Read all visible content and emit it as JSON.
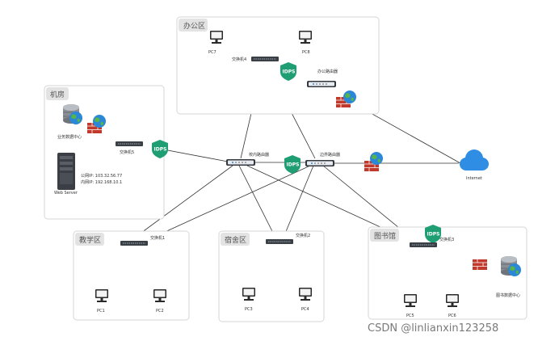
{
  "zones": {
    "office": "办公区",
    "machine_room": "机房",
    "teaching": "教学区",
    "dorm": "宿舍区",
    "library": "图书馆"
  },
  "devices": {
    "pc7": "PC7",
    "pc8": "PC8",
    "switch4": "交换机4",
    "office_router": "办公路由器",
    "data_center": "业务数据中心",
    "switch5": "交换机5",
    "web_server": "Web Server",
    "public_ip": "公网IP:  103.32.56.77",
    "private_ip": "内网IP:  192.168.10.1",
    "campus_router": "校内路由器",
    "border_router": "边界路由器",
    "internet": "Internet",
    "switch1": "交换机1",
    "switch2": "交换机2",
    "switch3": "交换机3",
    "pc1": "PC1",
    "pc2": "PC2",
    "pc3": "PC3",
    "pc4": "PC4",
    "pc5": "PC5",
    "pc6": "PC6",
    "library_data_center": "图书数据中心"
  },
  "idps": "IDPS",
  "watermark": "CSDN @linlianxin123258",
  "colors": {
    "idps_shield": "#1e9e72",
    "firewall": "#c0392b",
    "cloud": "#2f8de4",
    "globe": "#2b88d8",
    "zone_tab": "#e3e3e3"
  },
  "icons": {
    "pc": "desktop-pc-icon",
    "switch": "network-switch-icon",
    "router": "router-icon",
    "firewall": "firewall-icon",
    "idps": "idps-shield-icon",
    "server": "server-tower-icon",
    "database": "database-icon",
    "cloud": "cloud-icon"
  }
}
